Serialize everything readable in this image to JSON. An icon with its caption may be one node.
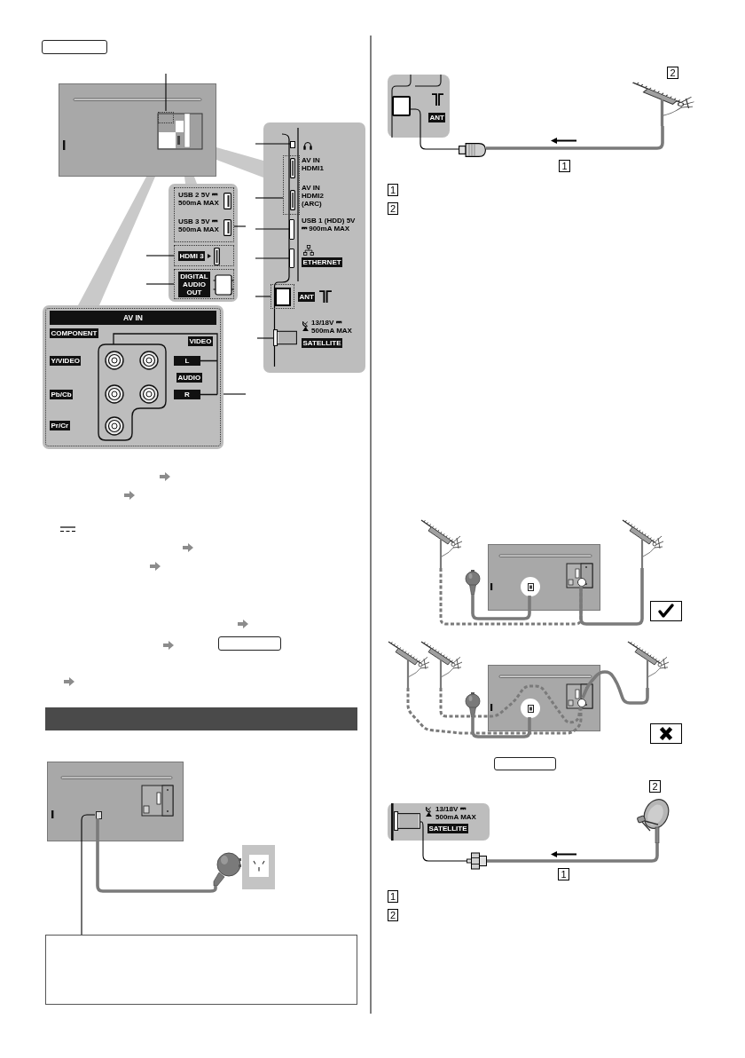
{
  "diagram": {
    "nodes": [
      {
        "text": [],
        "shape": "box"
      },
      {
        "text": [],
        "shape": "picture"
      },
      {
        "text": [],
        "shape": "box",
        "in": 1
      },
      {
        "text": [
          "AV IN HDMI1",
          "AV IN HDMI2 (ARC)",
          "USB 1 (HDD) 5V ⎓ 900mA MAX",
          "ETHERNET",
          "ANT",
          "13/18V ⎓ 500mA MAX",
          "SATELLITE"
        ]
      },
      {
        "text": [],
        "shape": "box",
        "in": 3
      },
      {
        "text": [],
        "shape": "box",
        "in": 3
      },
      {
        "text": [],
        "shape": "box",
        "in": 3
      },
      {
        "text": [],
        "shape": "box",
        "in": 3
      },
      {
        "text": [],
        "shape": "box",
        "in": 3
      },
      {
        "text": [],
        "shape": "picture",
        "in": 3
      },
      {
        "text": [],
        "shape": "box"
      },
      {
        "text": [
          "USB 2 5V ⎓ 500mA MAX",
          "USB 3 5V ⎓ 500mA MAX"
        ],
        "in": 10
      },
      {
        "text": [
          "HDMI 3"
        ],
        "in": 10
      },
      {
        "text": [
          "DIGITAL AUDIO OUT"
        ],
        "in": 10
      },
      {
        "text": [
          "AV IN",
          "COMPONENT",
          "VIDEO",
          "Y/VIDEO",
          "L",
          "AUDIO",
          "Pb/Cb",
          "R",
          "Pr/Cr"
        ]
      },
      {
        "text": [],
        "shape": "box"
      },
      {
        "text": [],
        "shape": "bar"
      },
      {
        "text": [],
        "shape": "picture"
      },
      {
        "text": [],
        "shape": "box",
        "in": 17
      },
      {
        "text": [],
        "shape": "picture"
      },
      {
        "text": [],
        "shape": "box"
      },
      {
        "text": [
          "ANT"
        ]
      },
      {
        "text": [],
        "shape": "box",
        "in": 21
      },
      {
        "text": [],
        "shape": "picture"
      },
      {
        "text": [],
        "shape": "picture",
        "beside": [
          "2"
        ]
      },
      {
        "text": [],
        "shape": "picture"
      },
      {
        "text": [],
        "shape": "picture"
      },
      {
        "text": [],
        "shape": "picture"
      },
      {
        "text": [],
        "shape": "circle",
        "in": 27
      },
      {
        "text": [],
        "shape": "circle",
        "in": 27
      },
      {
        "text": [],
        "shape": "picture"
      },
      {
        "text": [],
        "shape": "picture"
      },
      {
        "text": [],
        "shape": "picture"
      },
      {
        "text": [],
        "shape": "picture"
      },
      {
        "text": [],
        "shape": "picture"
      },
      {
        "text": [],
        "shape": "circle",
        "in": 34
      },
      {
        "text": [],
        "shape": "circle",
        "in": 34
      },
      {
        "text": [],
        "shape": "picture"
      },
      {
        "text": [],
        "shape": "box"
      },
      {
        "text": [
          "13/18V ⎓ 500mA MAX",
          "SATELLITE"
        ]
      },
      {
        "text": [],
        "shape": "picture",
        "in": 39
      },
      {
        "text": [],
        "shape": "picture"
      },
      {
        "text": [],
        "shape": "picture",
        "beside": [
          "2"
        ]
      },
      {
        "text": [],
        "shape": "wedge"
      },
      {
        "text": [],
        "shape": "wedge"
      },
      {
        "text": [],
        "shape": "wedge"
      }
    ],
    "edges": [
      {
        "from": null,
        "to": 2,
        "arrow": "none"
      },
      {
        "from": null,
        "to": 4,
        "arrow": "none"
      },
      {
        "from": null,
        "to": 5,
        "arrow": "none"
      },
      {
        "from": null,
        "to": 6,
        "arrow": "none"
      },
      {
        "from": null,
        "to": 7,
        "arrow": "none"
      },
      {
        "from": null,
        "to": 8,
        "arrow": "none"
      },
      {
        "from": null,
        "to": 9,
        "arrow": "none"
      },
      {
        "from": null,
        "to": 11,
        "arrow": "none"
      },
      {
        "from": null,
        "to": 12,
        "arrow": "none"
      },
      {
        "from": null,
        "to": 13,
        "arrow": "none"
      },
      {
        "from": null,
        "to": 14,
        "arrow": "none"
      },
      {
        "from": 18,
        "to": 19,
        "arrow": "none",
        "style": "thick",
        "color": "#7a7a7a"
      },
      {
        "from": 20,
        "to": 18,
        "arrow": "none"
      },
      {
        "from": 24,
        "to": 23,
        "arrow": "none",
        "style": "thick",
        "color": "#7a7a7a"
      },
      {
        "from": 23,
        "to": 22,
        "arrow": "none"
      },
      {
        "from": 25,
        "to": 29,
        "arrow": "none",
        "style": "dashed",
        "color": "#7a7a7a"
      },
      {
        "from": 26,
        "to": 28,
        "arrow": "none",
        "style": "thick",
        "color": "#7a7a7a"
      },
      {
        "from": 30,
        "to": 29,
        "arrow": "none",
        "style": "thick",
        "color": "#7a7a7a"
      },
      {
        "from": 31,
        "to": 36,
        "arrow": "none",
        "style": "dashed",
        "color": "#7a7a7a"
      },
      {
        "from": 32,
        "to": 36,
        "arrow": "none",
        "style": "dashed",
        "color": "#7a7a7a"
      },
      {
        "from": 33,
        "to": 35,
        "arrow": "none",
        "style": "thick",
        "color": "#7a7a7a"
      },
      {
        "from": 37,
        "to": 36,
        "arrow": "none",
        "style": "thick",
        "color": "#7a7a7a"
      },
      {
        "from": 42,
        "to": 41,
        "arrow": "none",
        "style": "thick",
        "color": "#7a7a7a"
      },
      {
        "from": 41,
        "to": 40,
        "arrow": "none"
      }
    ],
    "labels": [
      "1",
      "1",
      "2",
      "1",
      "1",
      "2"
    ]
  }
}
